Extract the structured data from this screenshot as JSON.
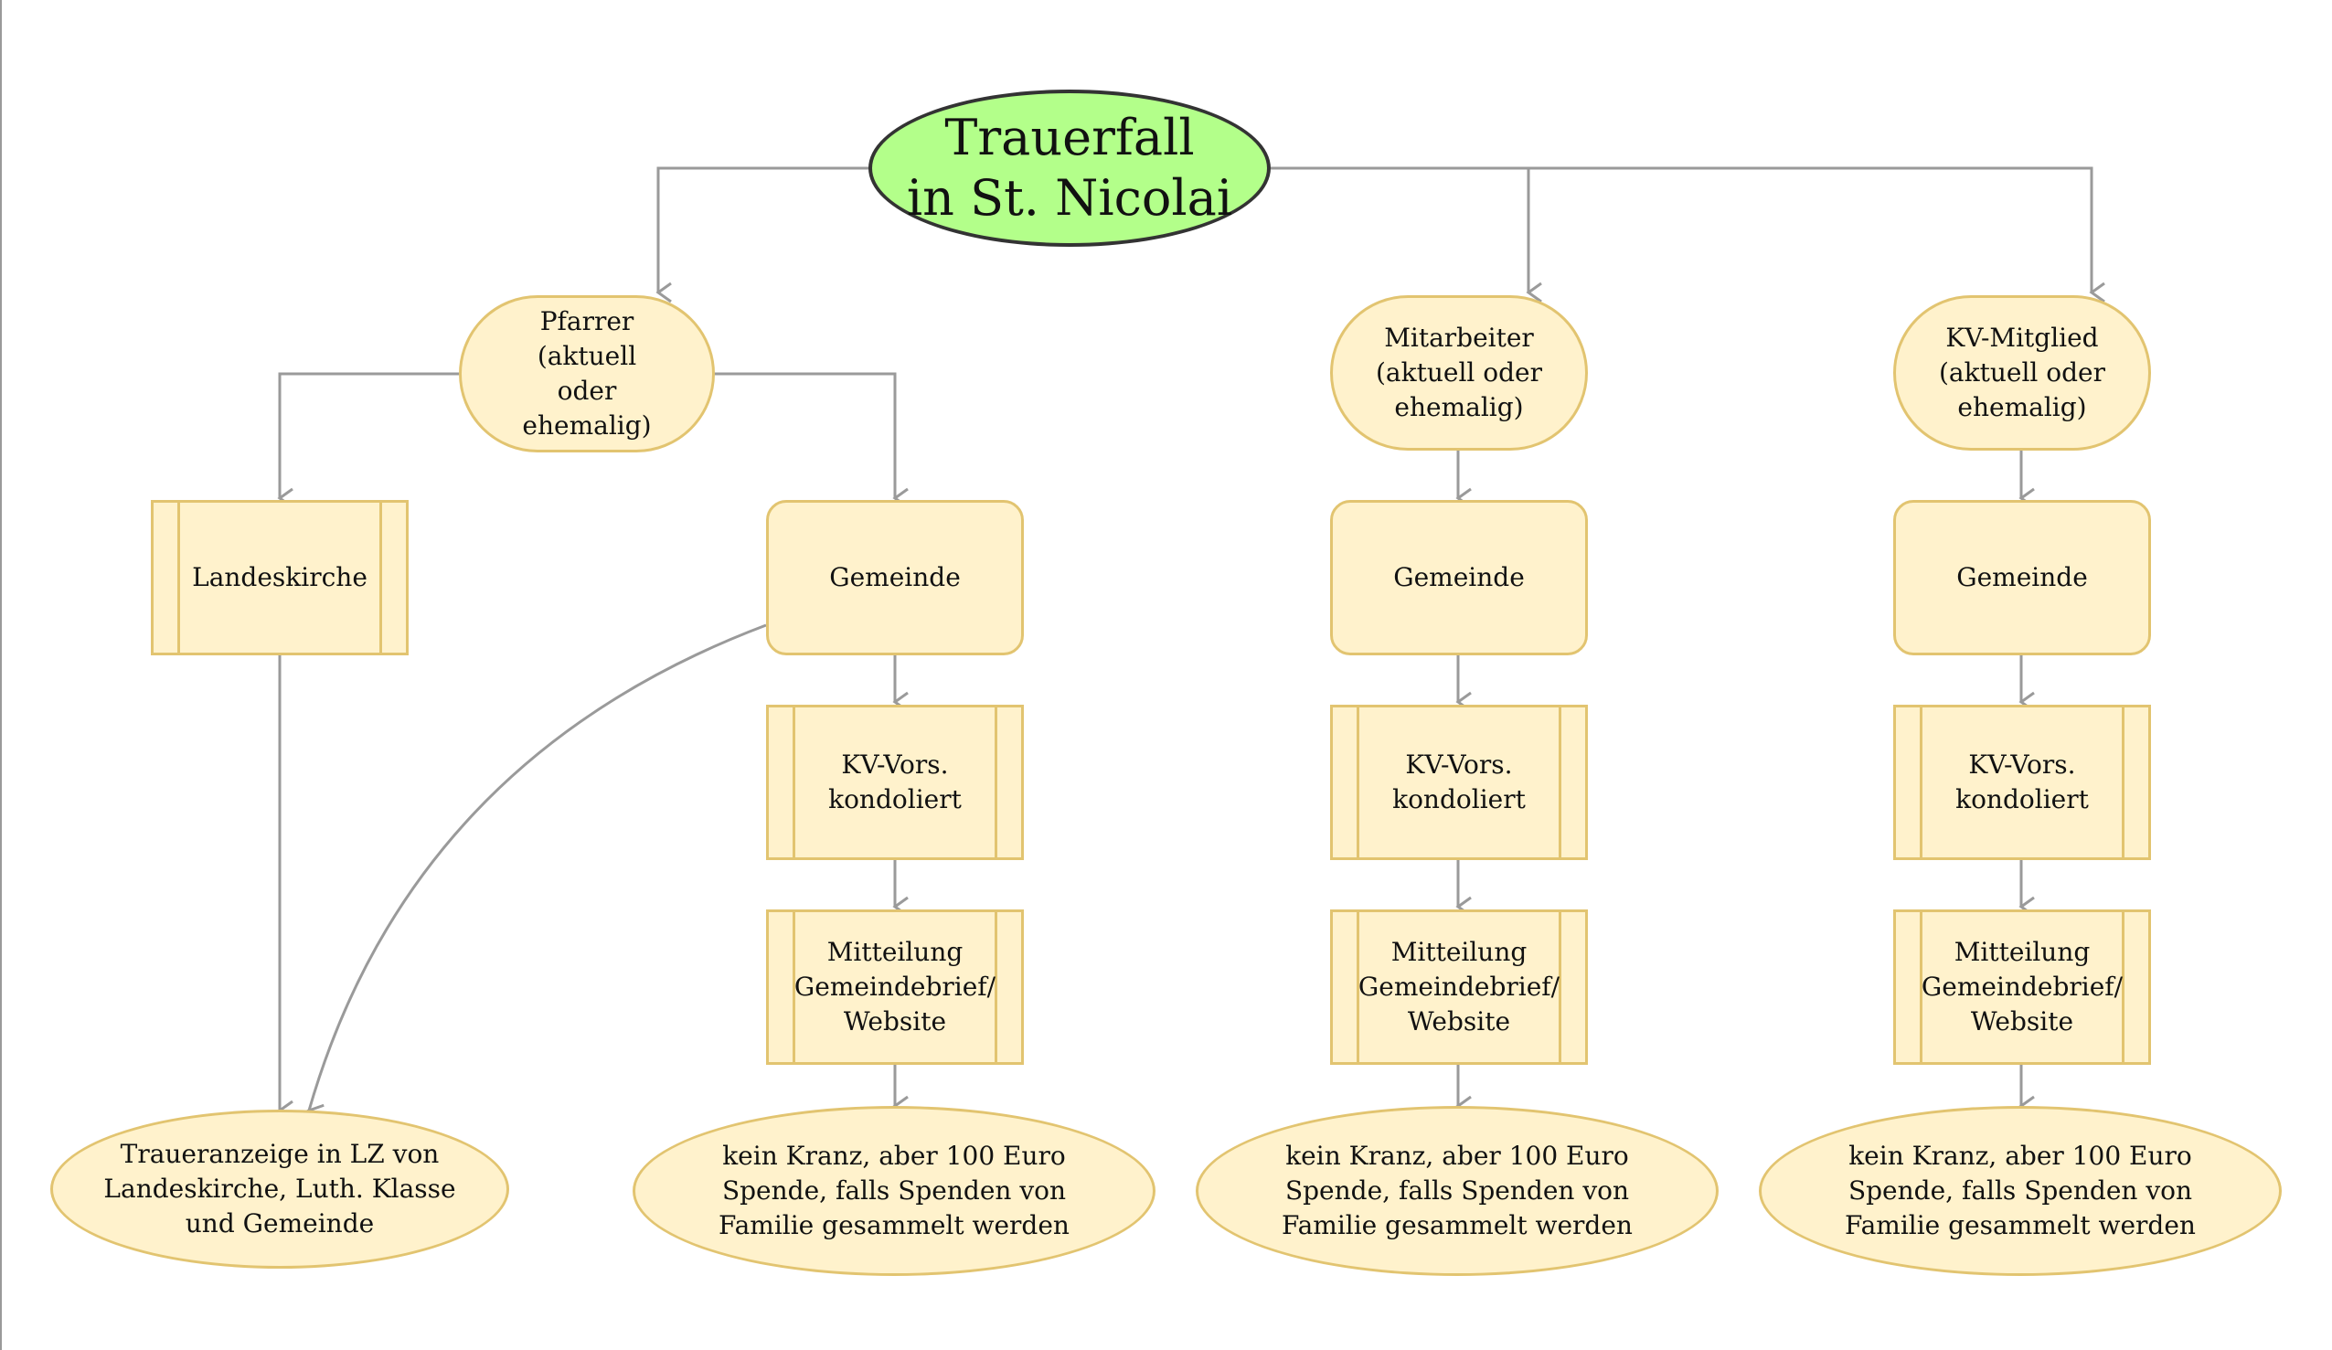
{
  "diagram": {
    "root": {
      "label": "Trauerfall\nin St. Nicolai"
    },
    "pfarrer": {
      "role": "Pfarrer\n(aktuell\noder\nehemalig)",
      "landeskirche": "Landeskirche",
      "gemeinde": "Gemeinde",
      "kv_vors": "KV-Vors.\nkondoliert",
      "mitteilung": "Mitteilung\nGemeindebrief/\nWebsite",
      "traueranzeige": "Traueranzeige in LZ von\nLandeskirche, Luth. Klasse\nund Gemeinde",
      "kranz": "kein Kranz, aber 100 Euro\nSpende, falls Spenden von\nFamilie gesammelt werden"
    },
    "mitarbeiter": {
      "role": "Mitarbeiter\n(aktuell oder\nehemalig)",
      "gemeinde": "Gemeinde",
      "kv_vors": "KV-Vors.\nkondoliert",
      "mitteilung": "Mitteilung\nGemeindebrief/\nWebsite",
      "kranz": "kein Kranz, aber 100 Euro\nSpende, falls Spenden von\nFamilie gesammelt werden"
    },
    "kv_mitglied": {
      "role": "KV-Mitglied\n(aktuell oder\nehemalig)",
      "gemeinde": "Gemeinde",
      "kv_vors": "KV-Vors.\nkondoliert",
      "mitteilung": "Mitteilung\nGemeindebrief/\nWebsite",
      "kranz": "kein Kranz, aber 100 Euro\nSpende, falls Spenden von\nFamilie gesammelt werden"
    },
    "colors": {
      "root_fill": "#b3ff8a",
      "root_stroke": "#333333",
      "node_fill": "#fff2cc",
      "node_stroke": "#e2c470",
      "connector": "#9a9a9a"
    }
  }
}
